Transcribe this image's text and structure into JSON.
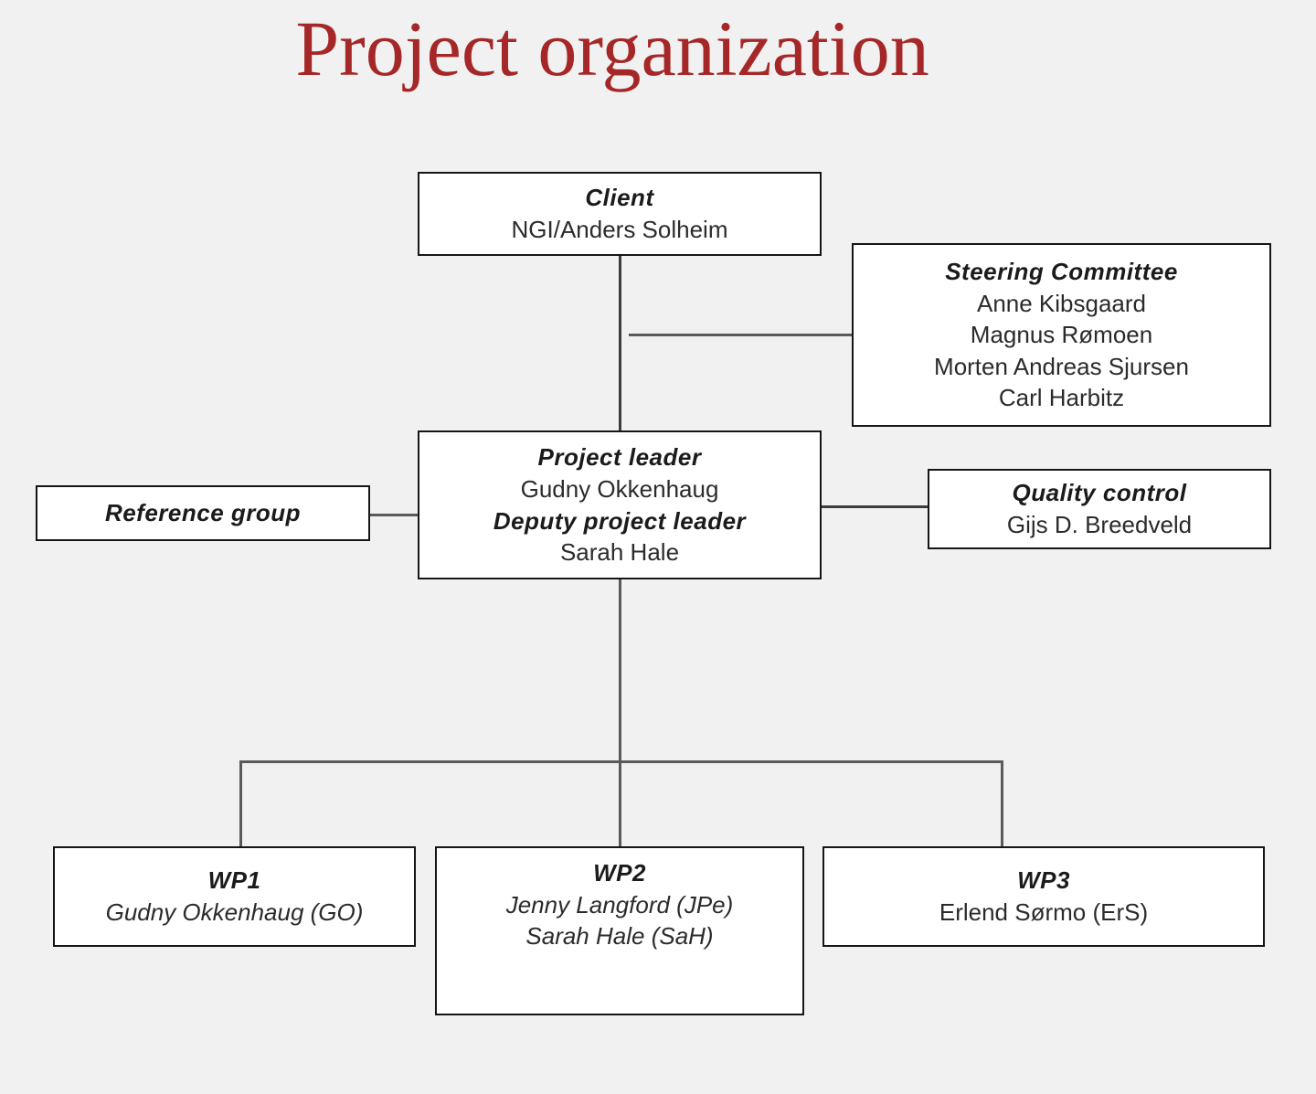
{
  "slide": {
    "title": "Project organization",
    "title_color": "#a52727",
    "background_color": "#f1f1f1",
    "box_border_color": "#15161a",
    "box_fill_color": "#ffffff",
    "connector_color": "#5a5a5a"
  },
  "chart_data": {
    "type": "diagram",
    "title": "Project organization",
    "nodes": [
      {
        "id": "client",
        "heading": "Client",
        "lines": [
          "NGI/Anders  Solheim"
        ]
      },
      {
        "id": "steering-committee",
        "heading": "Steering Committee",
        "lines": [
          "Anne Kibsgaard",
          "Magnus Rømoen",
          "Morten Andreas Sjursen",
          "Carl Harbitz"
        ]
      },
      {
        "id": "project-leader",
        "heading": "Project  leader",
        "lines": [
          "Gudny Okkenhaug"
        ],
        "heading2": "Deputy project leader",
        "lines2": [
          "Sarah Hale"
        ]
      },
      {
        "id": "reference-group",
        "heading": "Reference  group",
        "lines": []
      },
      {
        "id": "quality-control",
        "heading": "Quality control",
        "lines": [
          "Gijs D. Breedveld"
        ]
      },
      {
        "id": "wp1",
        "heading": "WP1",
        "lines": [
          "Gudny  Okkenhaug (GO)"
        ]
      },
      {
        "id": "wp2",
        "heading": "WP2",
        "lines": [
          "Jenny Langford (JPe)",
          "Sarah Hale (SaH)"
        ]
      },
      {
        "id": "wp3",
        "heading": "WP3",
        "lines": [
          "Erlend Sørmo (ErS)"
        ]
      }
    ],
    "edges": [
      {
        "from": "client",
        "to": "project-leader"
      },
      {
        "from": "steering-committee",
        "to": "client-project-leader-trunk"
      },
      {
        "from": "reference-group",
        "to": "project-leader"
      },
      {
        "from": "quality-control",
        "to": "project-leader"
      },
      {
        "from": "project-leader",
        "to": "wp1"
      },
      {
        "from": "project-leader",
        "to": "wp2"
      },
      {
        "from": "project-leader",
        "to": "wp3"
      }
    ]
  },
  "client": {
    "heading": "Client",
    "name": "NGI/Anders  Solheim"
  },
  "steering": {
    "heading": "Steering Committee",
    "member1": "Anne Kibsgaard",
    "member2": "Magnus Rømoen",
    "member3": "Morten Andreas Sjursen",
    "member4": "Carl Harbitz"
  },
  "leader": {
    "heading": "Project  leader",
    "name": "Gudny Okkenhaug",
    "deputy_heading": "Deputy project leader",
    "deputy_name": "Sarah Hale"
  },
  "reference": {
    "heading": "Reference  group"
  },
  "quality": {
    "heading": "Quality control",
    "name": "Gijs D. Breedveld"
  },
  "wp1": {
    "heading": "WP1",
    "member1": "Gudny  Okkenhaug (GO)"
  },
  "wp2": {
    "heading": "WP2",
    "member1": "Jenny Langford (JPe)",
    "member2": "Sarah Hale (SaH)"
  },
  "wp3": {
    "heading": "WP3",
    "member1": "Erlend Sørmo (ErS)"
  }
}
